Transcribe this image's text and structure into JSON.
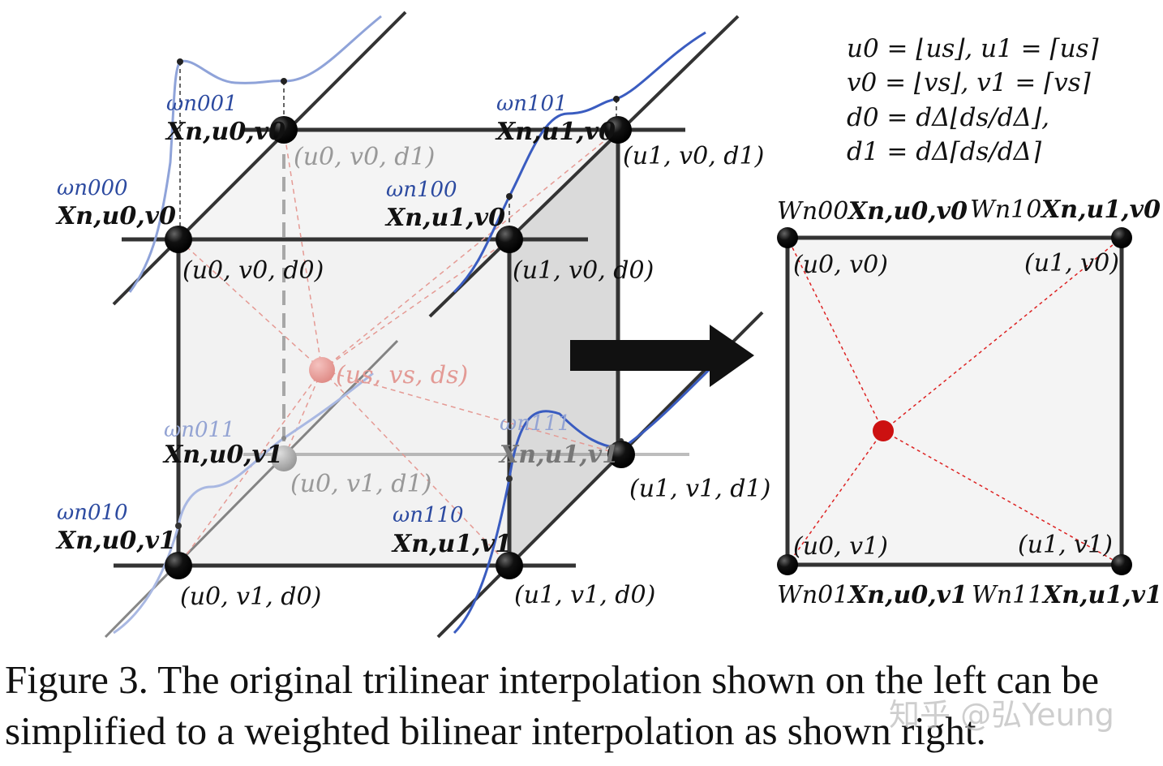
{
  "left_labels": {
    "w_n001": "ωn001",
    "x_u0v0_top": "Xn,u0,v0",
    "c_u0v0d1": "(u0, v0, d1)",
    "w_n101": "ωn101",
    "x_u1v0_top": "Xn,u1,v0",
    "c_u1v0d1": "(u1, v0, d1)",
    "w_n000": "ωn000",
    "x_u0v0_front": "Xn,u0,v0",
    "c_u0v0d0": "(u0, v0, d0)",
    "w_n100": "ωn100",
    "x_u1v0_front": "Xn,u1,v0",
    "c_u1v0d0": "(u1, v0, d0)",
    "c_sample": "(us, vs, ds)",
    "w_n011": "ωn011",
    "x_u0v1_back": "Xn,u0,v1",
    "c_u0v1d1": "(u0, v1, d1)",
    "w_n111": "ωn111",
    "x_u1v1_back": "Xn,u1,v1",
    "c_u1v1d1": "(u1, v1, d1)",
    "w_n010": "ωn010",
    "x_u0v1_front": "Xn,u0,v1",
    "c_u0v1d0": "(u0, v1, d0)",
    "w_n110": "ωn110",
    "x_u1v1_front": "Xn,u1,v1",
    "c_u1v1d0": "(u1, v1, d0)"
  },
  "formulas": [
    "u0 = ⌊us⌋,  u1 = ⌈us⌉",
    "v0 = ⌊vs⌋,   v1 = ⌈vs⌉",
    "d0 = dΔ⌊ds/dΔ⌋,",
    "d1 = dΔ⌈ds/dΔ⌉"
  ],
  "right_labels": {
    "w_n00": "Wn00",
    "x_u0v0": "Xn,u0,v0",
    "w_n10": "Wn10",
    "x_u1v0": "Xn,u1,v0",
    "c_u0v0": "(u0, v0)",
    "c_u1v0": "(u1, v0)",
    "c_u0v1": "(u0, v1)",
    "c_u1v1": "(u1, v1)",
    "w_n01": "Wn01",
    "x_u0v1": "Xn,u0,v1",
    "w_n11": "Wn11",
    "x_u1v1": "Xn,u1,v1"
  },
  "caption": "Figure 3. The original trilinear interpolation shown on the left can be simplified to a weighted bilinear interpolation as shown right.",
  "watermark": "知乎 @弘Yeung",
  "colors": {
    "weight_blue": "#2c4aa0",
    "sample_red": "#cc1111",
    "face_gray": "#f3f3f3",
    "side_gray": "#d9d9d9"
  }
}
